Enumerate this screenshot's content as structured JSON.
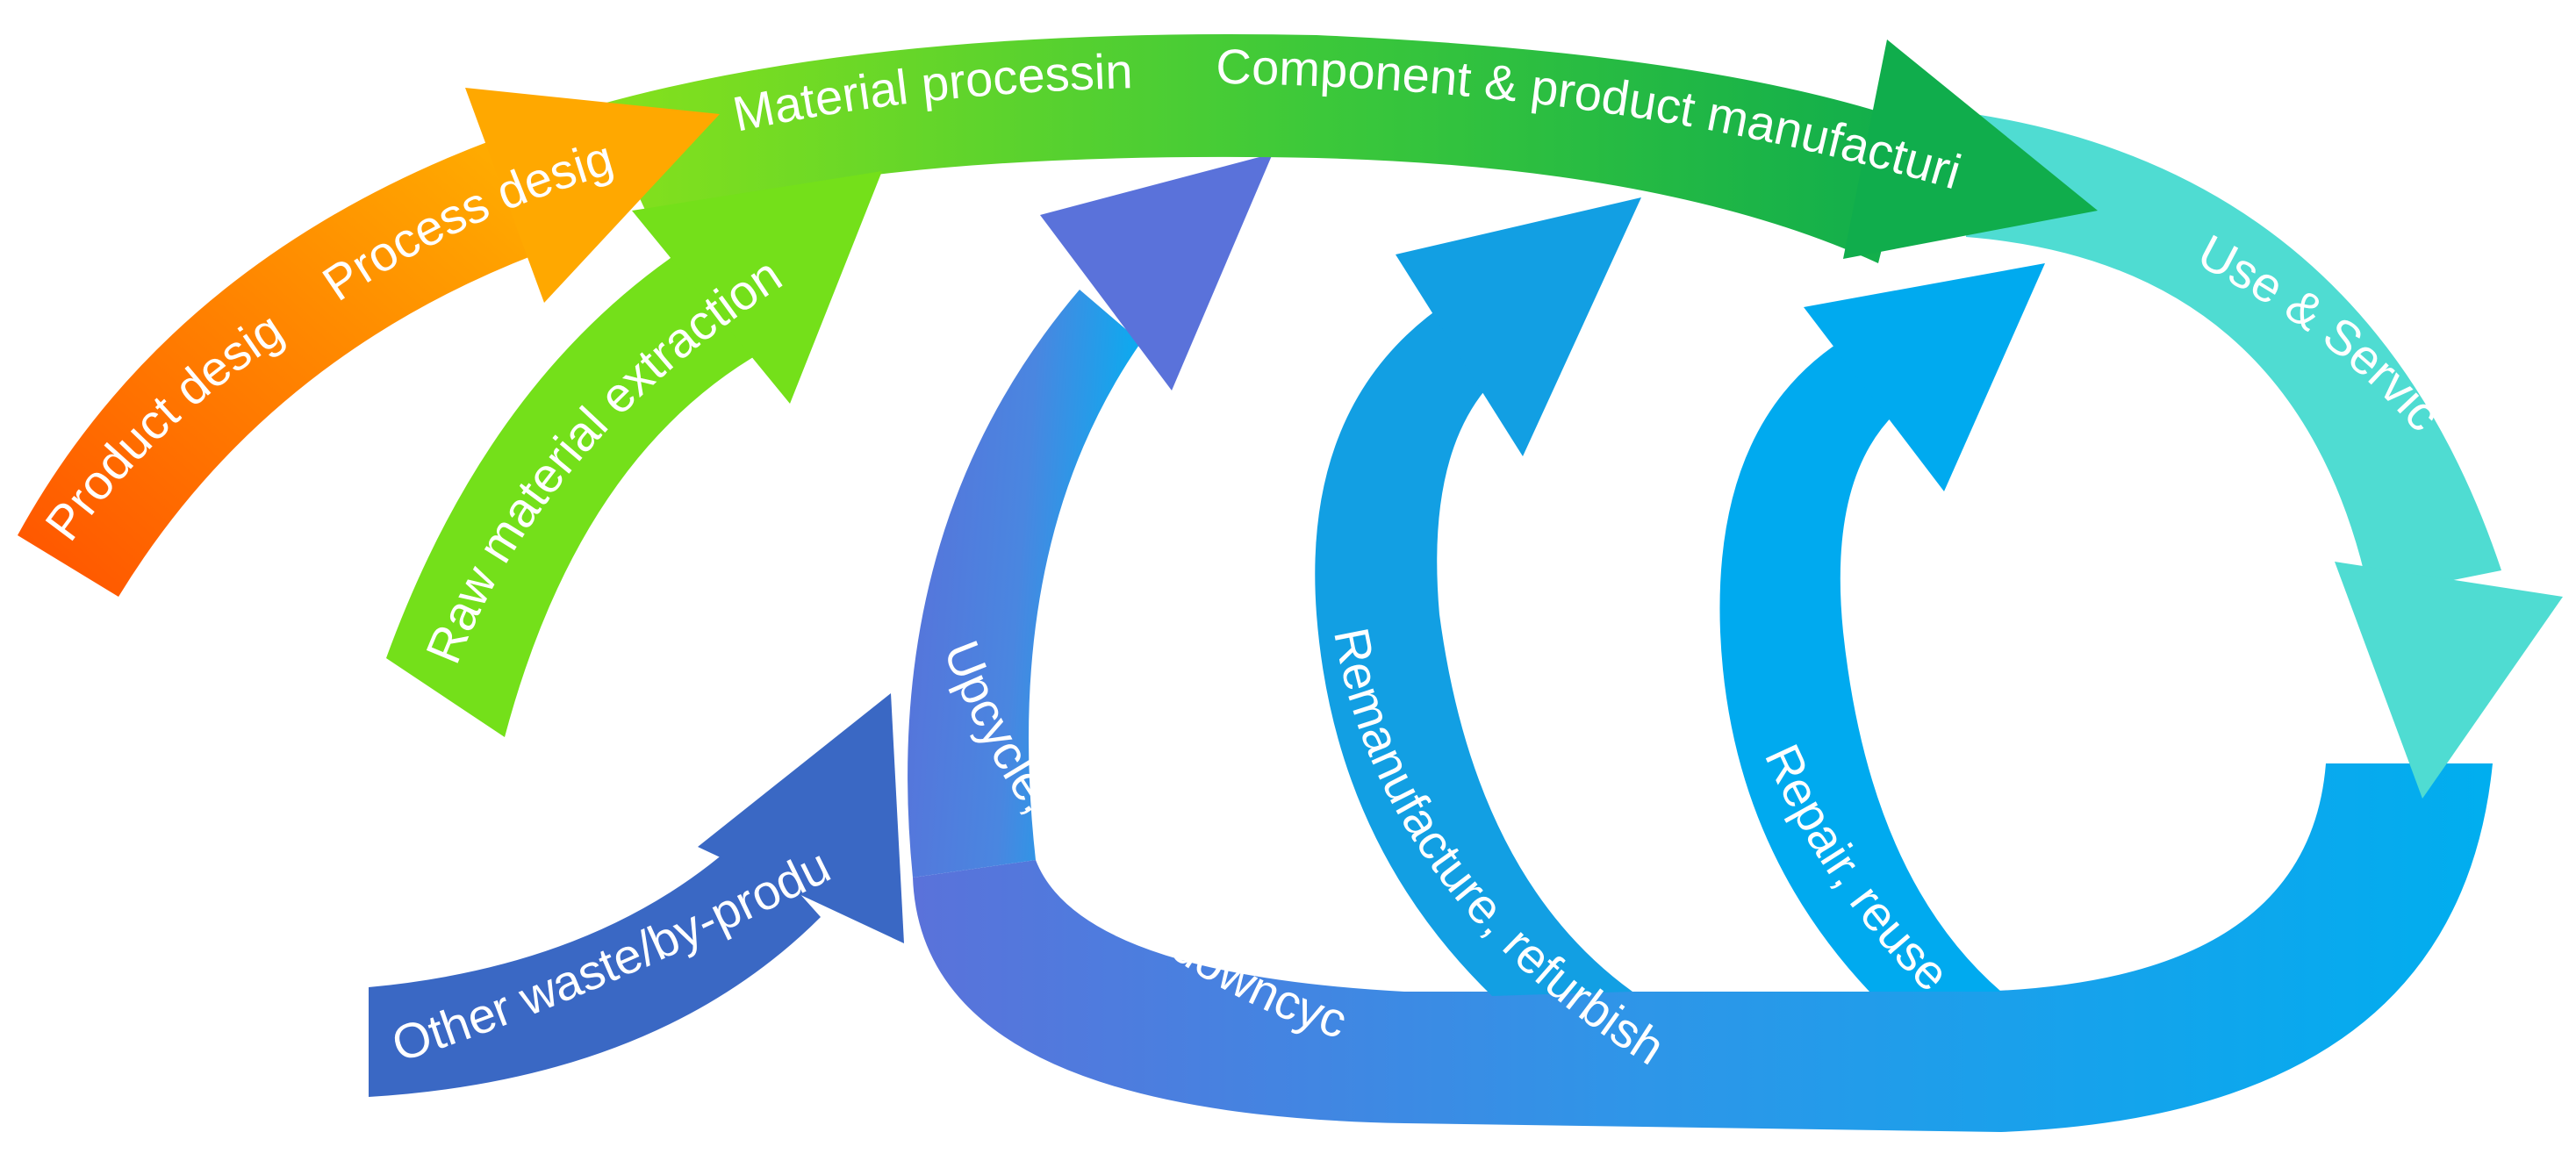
{
  "labels": {
    "product_design": "Product design",
    "process_design": "Process design",
    "material_processing": "Material processing",
    "component_manufacturing": "Component & product manufacturing",
    "raw_material_extraction": "Raw material extraction",
    "use_service": "Use & Service",
    "upcycle": "Upcycle, recycle, downcycle",
    "remanufacture": "Remanufacture, refurbish",
    "repair": "Repair,  reuse",
    "other_waste": "Other waste/by-products"
  },
  "colors": {
    "product_design_start": "#ff5a00",
    "product_design_end": "#ffab00",
    "main_green_start": "#7bde1e",
    "main_green_end": "#16b34a",
    "raw_material": "#74e01a",
    "use_service": "#4fdcd2",
    "upcycle_start": "#5b6fd8",
    "upcycle_end": "#1fa6ee",
    "remanufacture": "#12a7e6",
    "repair": "#00aeef",
    "other_waste": "#3a68c4"
  }
}
